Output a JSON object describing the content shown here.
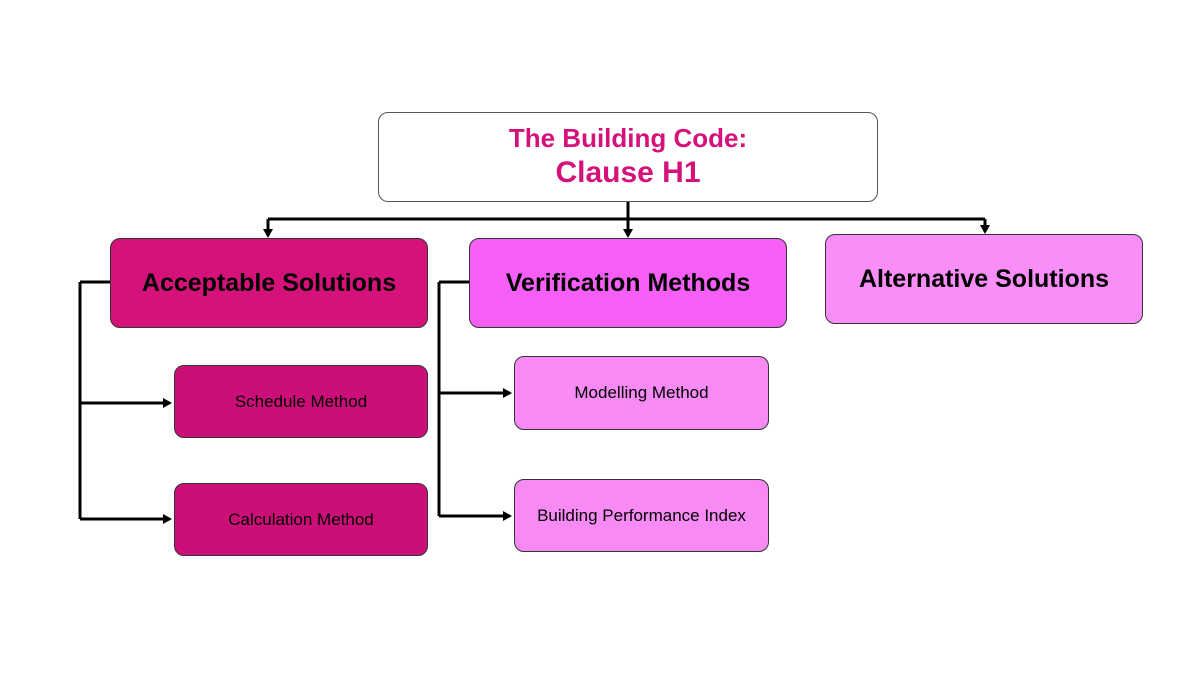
{
  "root": {
    "line1": "The Building Code:",
    "line2": "Clause H1",
    "text_color": "#d4127a"
  },
  "branches": [
    {
      "label": "Acceptable Solutions",
      "color": "#d4127a",
      "children": [
        "Schedule Method",
        "Calculation Method"
      ]
    },
    {
      "label": "Verification Methods",
      "color": "#f65ff5",
      "children": [
        "Modelling Method",
        "Building Performance Index"
      ]
    },
    {
      "label": "Alternative Solutions",
      "color": "#f98ef8",
      "children": []
    }
  ]
}
